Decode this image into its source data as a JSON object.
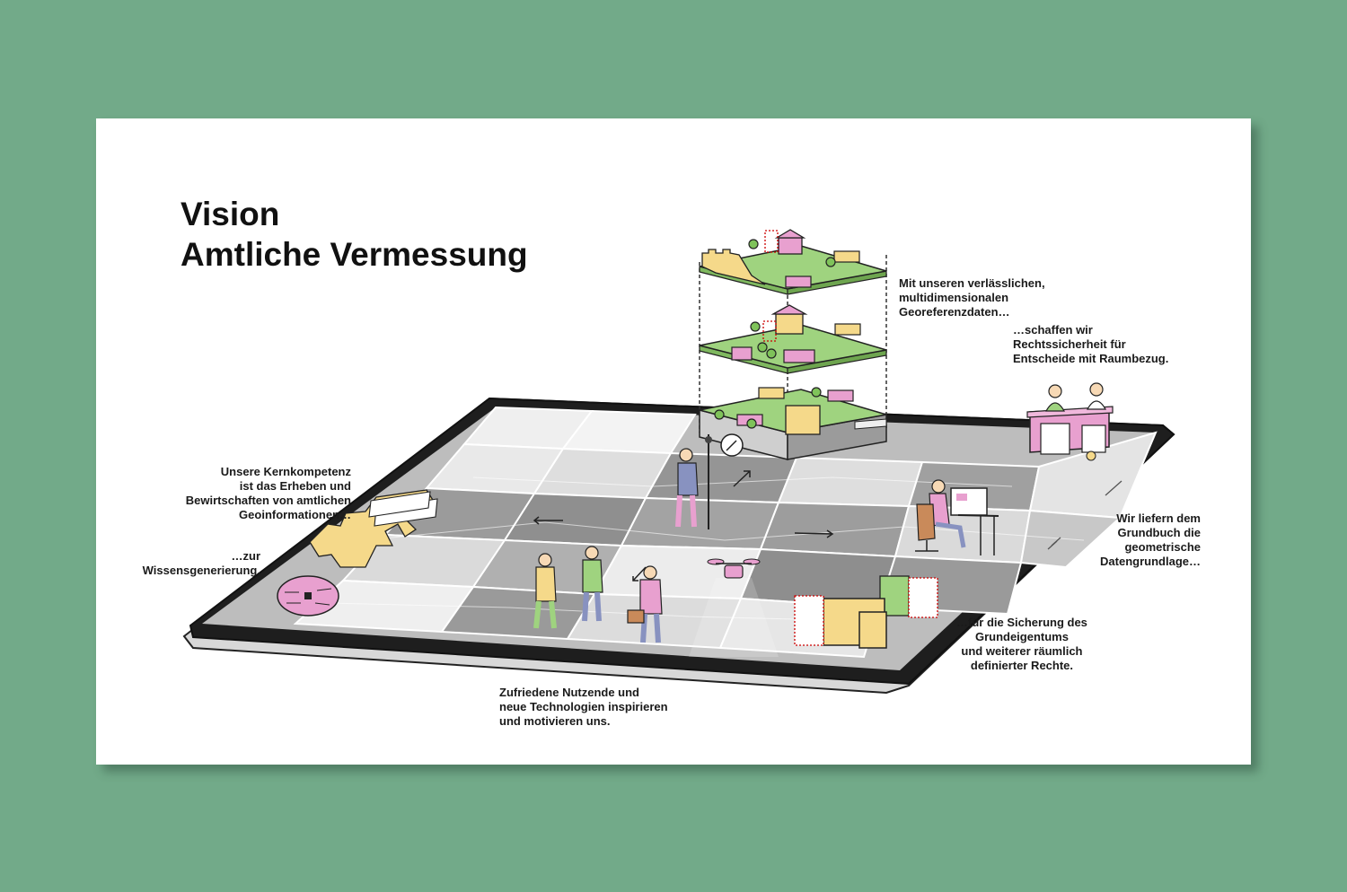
{
  "title": {
    "line1": "Vision",
    "line2": "Amtliche Vermessung"
  },
  "captions": {
    "georef": {
      "l1": "Mit unseren verlässlichen,",
      "l2": "multidimensionalen",
      "l3": "Georeferenzdaten…"
    },
    "recht": {
      "l1": "…schaffen wir",
      "l2": "Rechtssicherheit für",
      "l3": "Entscheide mit Raumbezug."
    },
    "kern": {
      "l1": "Unsere Kernkompetenz",
      "l2": "ist das Erheben und",
      "l3": "Bewirtschaften von amtlichen",
      "l4": "Geoinformationen…"
    },
    "wissen": {
      "l1": "…zur",
      "l2": "Wissensgenerierung."
    },
    "grundbuch": {
      "l1": "Wir liefern dem",
      "l2": "Grundbuch die",
      "l3": "geometrische",
      "l4": "Datengrundlage…"
    },
    "sicherung": {
      "l1": "…für die Sicherung des",
      "l2": "Grundeigentums",
      "l3": "und weiterer räumlich",
      "l4": "definierter Rechte."
    },
    "nutzende": {
      "l1": "Zufriedene Nutzende und",
      "l2": "neue Technologien inspirieren",
      "l3": "und motivieren uns."
    }
  },
  "colors": {
    "background": "#72aa89",
    "card": "#ffffff",
    "green": "#9fd37f",
    "yellow": "#f5d98a",
    "pink": "#e8a0cf",
    "grey_tile": "#a9a9a9",
    "light_tile": "#ececec"
  },
  "icons": [
    "brain-icon",
    "switzerland-map-icon",
    "drone-icon",
    "briefcase-icon",
    "computer-monitor-icon",
    "office-chair-icon",
    "stamp-icon",
    "tree-icon",
    "house-icon"
  ]
}
